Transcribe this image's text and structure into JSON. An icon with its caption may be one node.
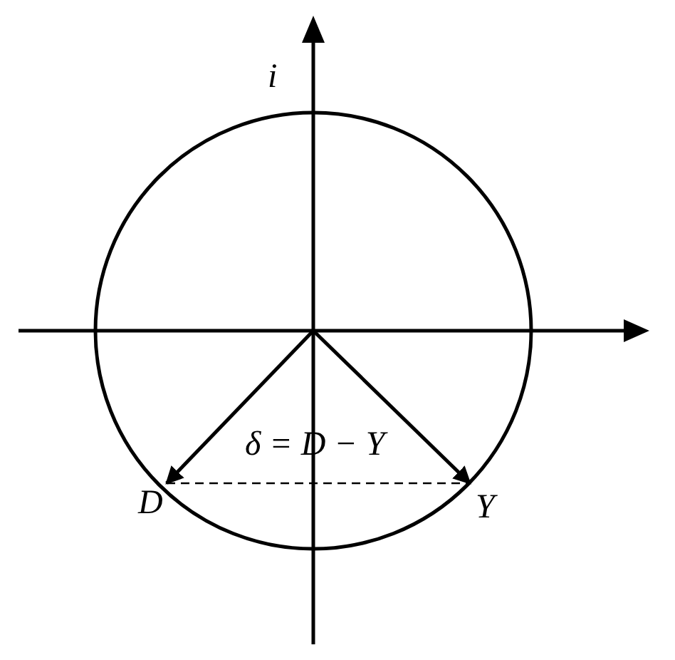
{
  "diagram": {
    "nodes": [
      {
        "text": [
          "D"
        ]
      },
      {
        "text": [
          "Y"
        ]
      }
    ],
    "edges": [
      {
        "from": null,
        "to": 0,
        "arrow": "to"
      },
      {
        "from": null,
        "to": 1,
        "arrow": "to"
      },
      {
        "from": 0,
        "to": 1,
        "arrow": "none",
        "style": "dashed"
      }
    ],
    "labels": [
      "i",
      "δ = D − Y"
    ]
  }
}
